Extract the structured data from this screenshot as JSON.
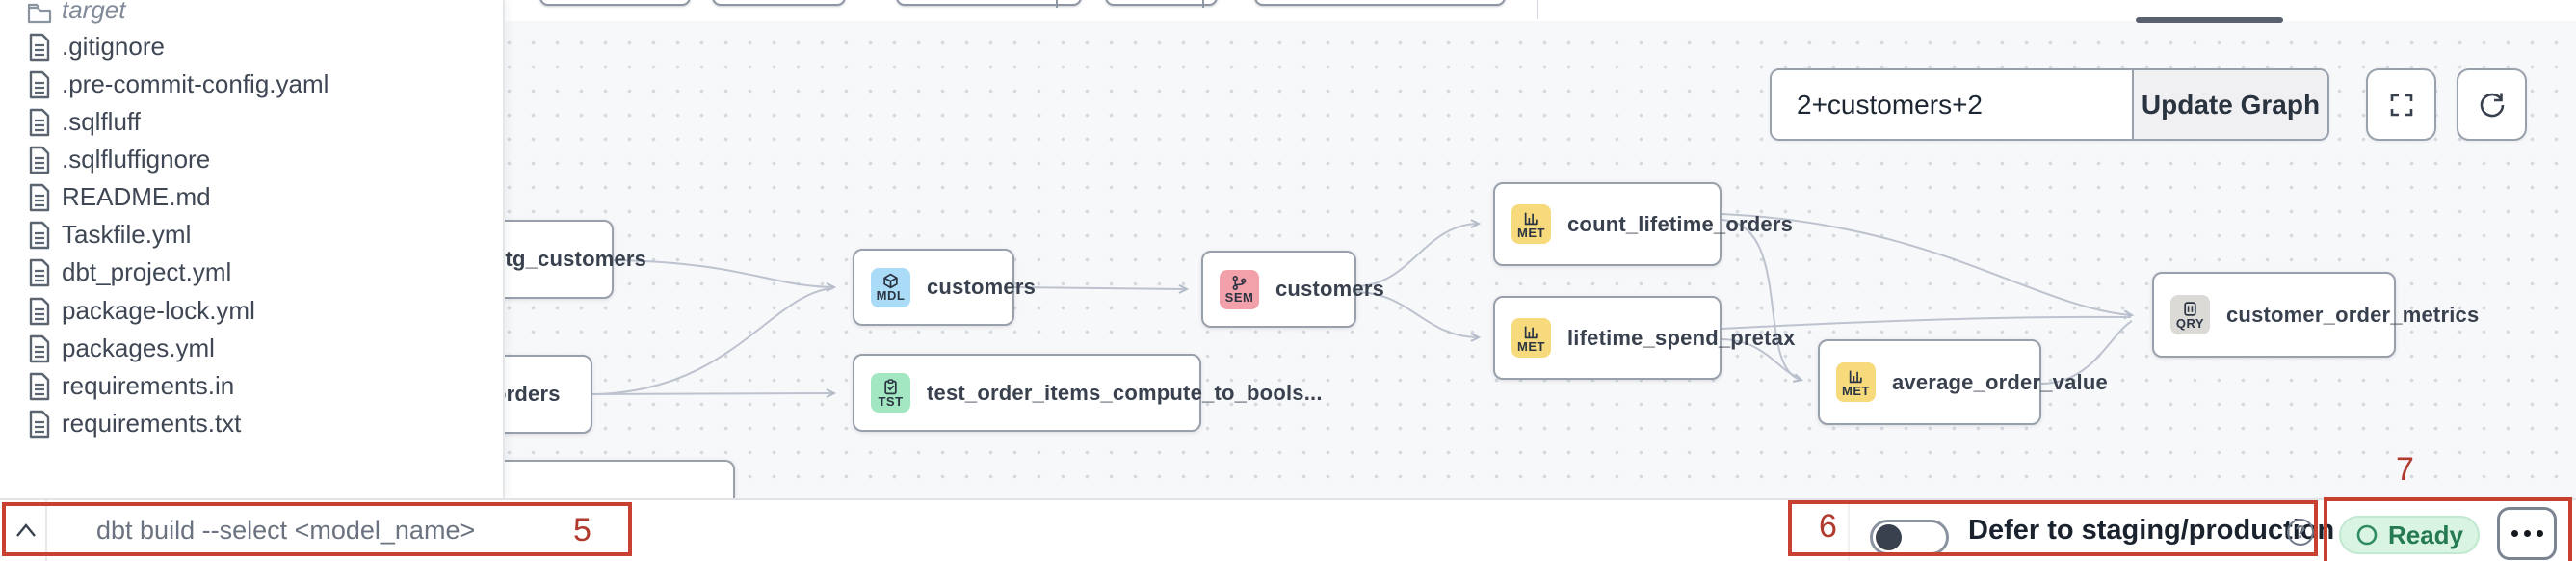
{
  "sidebar": {
    "folder": {
      "label": "target"
    },
    "files": [
      ".gitignore",
      ".pre-commit-config.yaml",
      ".sqlfluff",
      ".sqlfluffignore",
      "README.md",
      "Taskfile.yml",
      "dbt_project.yml",
      "package-lock.yml",
      "packages.yml",
      "requirements.in",
      "requirements.txt"
    ]
  },
  "toolbar": {
    "selector_value": "2+customers+2",
    "update_button": "Update Graph"
  },
  "graph": {
    "nodes": [
      {
        "badge": "",
        "label": "stg_customers"
      },
      {
        "badge": "",
        "label": "orders"
      },
      {
        "badge": "MDL",
        "label": "customers"
      },
      {
        "badge": "TST",
        "label": "test_order_items_compute_to_bools..."
      },
      {
        "badge": "SEM",
        "label": "customers"
      },
      {
        "badge": "MET",
        "label": "count_lifetime_orders"
      },
      {
        "badge": "MET",
        "label": "lifetime_spend_pretax"
      },
      {
        "badge": "MET",
        "label": "average_order_value"
      },
      {
        "badge": "QRY",
        "label": "customer_order_metrics"
      }
    ]
  },
  "bottom_bar": {
    "command": "dbt build --select <model_name>",
    "defer_label": "Defer to staging/production",
    "status": "Ready"
  },
  "annotations": {
    "five": "5",
    "six": "6",
    "seven": "7"
  },
  "colors": {
    "annotation_red": "#c8402f",
    "annotation_number": "#b03a2e",
    "badge_model_blue": "#aadcf8",
    "badge_semantic_pink": "#f2a1ab",
    "badge_metric_yellow": "#f6da7c",
    "badge_test_green": "#a3e7c2",
    "badge_query_gray": "#dcdad7",
    "status_ready_bg": "#d9f4e2",
    "status_ready_text": "#267a52",
    "edge_gray": "#bcc3cf",
    "canvas_bg": "#f7f8fa"
  }
}
